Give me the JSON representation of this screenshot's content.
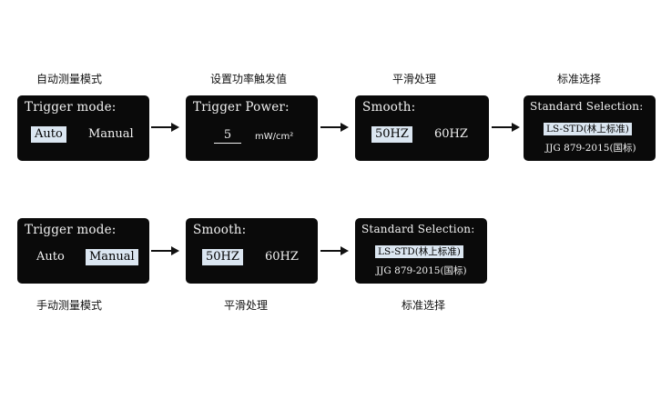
{
  "row1": {
    "captions": [
      "自动测量模式",
      "设置功率触发值",
      "平滑处理",
      "标准选择"
    ],
    "trigger_mode": {
      "title": "Trigger mode:",
      "auto": "Auto",
      "manual": "Manual"
    },
    "trigger_power": {
      "title": "Trigger Power:",
      "value": "5",
      "unit": "mW/cm²"
    },
    "smooth": {
      "title": "Smooth:",
      "opt1": "50HZ",
      "opt2": "60HZ"
    },
    "standard": {
      "title": "Standard Selection:",
      "opt1": "LS-STD(林上标准)",
      "opt2": "JJG 879-2015(国标)"
    }
  },
  "row2": {
    "captions": [
      "手动测量模式",
      "平滑处理",
      "标准选择"
    ],
    "trigger_mode": {
      "title": "Trigger mode:",
      "auto": "Auto",
      "manual": "Manual"
    },
    "smooth": {
      "title": "Smooth:",
      "opt1": "50HZ",
      "opt2": "60HZ"
    },
    "standard": {
      "title": "Standard Selection:",
      "opt1": "LS-STD(林上标准)",
      "opt2": "JJG 879-2015(国标)"
    }
  },
  "colors": {
    "screen_bg": "#0a0a0a",
    "highlight": "#dbe6f1",
    "text": "#f2f2f2"
  },
  "icons": [
    "arrow-right-icon"
  ]
}
